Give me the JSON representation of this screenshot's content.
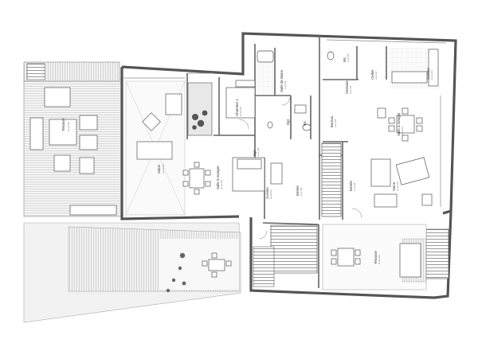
{
  "rooms": {
    "terrace_left": {
      "name": "Terrasse",
      "area": "xx.xx m2"
    },
    "bedroom_west": {
      "name": "Salon",
      "area": "xx.xx m2"
    },
    "chambre": {
      "name": "Chambre 1",
      "area": "xx.xx m2"
    },
    "bath": {
      "name": "Salle de Bains",
      "area": "x.xx m2"
    },
    "dgt1": {
      "name": "Dgt",
      "area": "x.xx m2"
    },
    "wc1": {
      "name": "Wc",
      "area": "x.xx m2"
    },
    "dgt2": {
      "name": "Dgt",
      "area": "x.xx m2"
    },
    "sam_left": {
      "name": "Salle à manger",
      "area": "xx.xx m2"
    },
    "cuisine_mid": {
      "name": "Cuisine",
      "area": "xx.xx m2"
    },
    "entree_mid": {
      "name": "Entrée",
      "area": "x.xx m2"
    },
    "vestiaire": {
      "name": "Vestiaire",
      "area": "x.xx m2"
    },
    "wc2": {
      "name": "Wc",
      "area": "x.xx m2"
    },
    "cellier": {
      "name": "Cellier",
      "area": "x.xx m2"
    },
    "cuisine_right": {
      "name": "Cuisine",
      "area": "xx.xx m2"
    },
    "bureau": {
      "name": "Bureau",
      "area": "x.xx m2"
    },
    "sam_right": {
      "name": "Salle à manger",
      "area": "xx.xx m2"
    },
    "entree_right": {
      "name": "Entrée",
      "area": "x.xx m2"
    },
    "salon_right": {
      "name": "Salon",
      "area": "xx.xx m2"
    },
    "terrace_right": {
      "name": "Terrasse",
      "area": "xx.xx m2"
    }
  }
}
